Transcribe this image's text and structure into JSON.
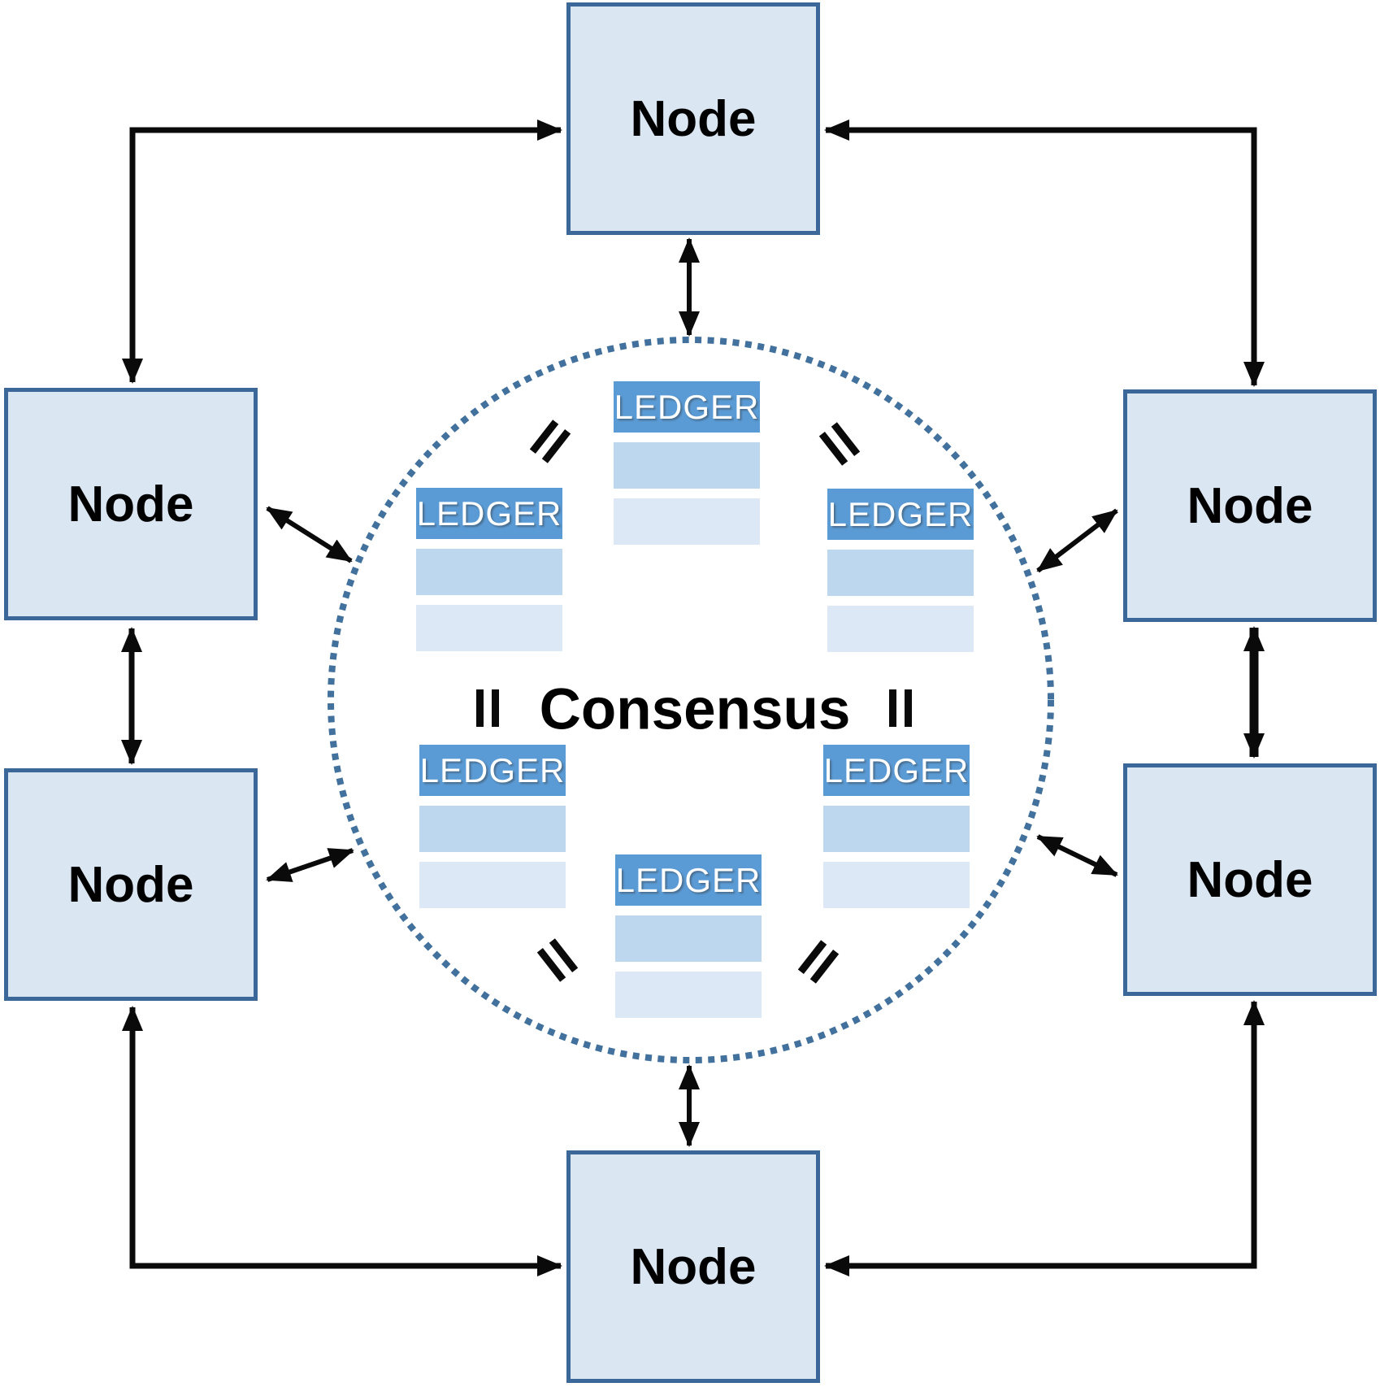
{
  "figure": {
    "center_label": "Consensus",
    "nodes": [
      {
        "id": "top",
        "label": "Node"
      },
      {
        "id": "left-upper",
        "label": "Node"
      },
      {
        "id": "left-lower",
        "label": "Node"
      },
      {
        "id": "right-upper",
        "label": "Node"
      },
      {
        "id": "right-lower",
        "label": "Node"
      },
      {
        "id": "bottom",
        "label": "Node"
      }
    ],
    "ledgers": [
      {
        "id": "top-center",
        "label": "LEDGER"
      },
      {
        "id": "upper-left",
        "label": "LEDGER"
      },
      {
        "id": "upper-right",
        "label": "LEDGER"
      },
      {
        "id": "lower-left",
        "label": "LEDGER"
      },
      {
        "id": "lower-right",
        "label": "LEDGER"
      },
      {
        "id": "bottom-center",
        "label": "LEDGER"
      }
    ],
    "symbols": {
      "equals_between_ledgers": "=",
      "count": 6
    },
    "colors": {
      "background": "#ffffff",
      "node_fill": "#dbe6f3",
      "node_border": "#3c6899",
      "ledger_header": "#5b9bd5",
      "ledger_row_1": "#bdd7ee",
      "ledger_row_2": "#dce8f5",
      "ledger_text": "#ffffff",
      "consensus_circle_dotted": "#41719c",
      "arrows": "#000000",
      "text": "#000000"
    }
  }
}
